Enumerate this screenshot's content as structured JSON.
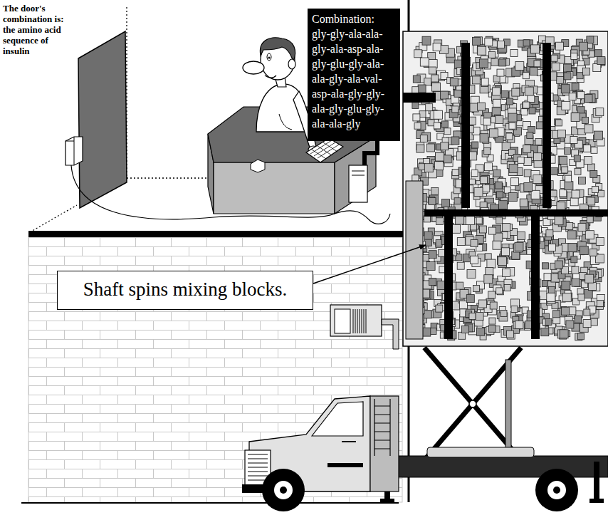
{
  "diagram": {
    "nodes": [
      {
        "text": [
          "Combination:",
          "gly-gly-ala-ala- gly-ala-asp-ala- gly-glu-gly-ala- ala-gly-ala-val- asp-ala-gly-gly- ala-gly-glu-gly- ala-ala-gly"
        ]
      },
      {
        "text": [
          "Shaft spins mixing blocks."
        ]
      }
    ],
    "labels": [
      "The door's combination is: the amino acid sequence of insulin"
    ]
  }
}
